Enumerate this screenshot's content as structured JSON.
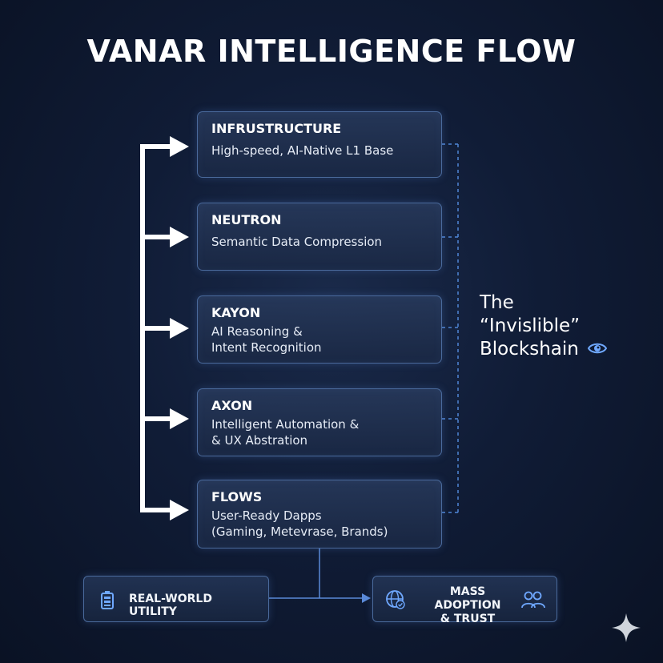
{
  "title": "VANAR INTELLIGENCE FLOW",
  "layers": [
    {
      "name": "INFRUSTRUCTURE",
      "description": "High-speed, AI-Native L1 Base"
    },
    {
      "name": "NEUTRON",
      "description": "Semantic Data Compression"
    },
    {
      "name": "KAYON",
      "description": "AI Reasoning &\nIntent Recognition"
    },
    {
      "name": "AXON",
      "description": "Intelligent Automation &\n& UX Abstration"
    },
    {
      "name": "FLOWS",
      "description": "User-Ready Dapps\n(Gaming, Metevrase, Brands)"
    }
  ],
  "side_note": {
    "line1": "The",
    "line2": "“Invislible”",
    "line3": "Blockshain",
    "icon": "eye-icon"
  },
  "bottom": {
    "left_label": "REAL-WORLD UTILITY",
    "left_icon": "battery-icon",
    "right_label_line1": "MASS ADOPTION",
    "right_label_line2": "& TRUST",
    "right_icon_left": "globe-check-icon",
    "right_icon_right": "people-icon"
  },
  "colors": {
    "background": "#101c36",
    "box_border": "#4a6a9c",
    "accent": "#6fa8ff",
    "arrow": "#ffffff"
  }
}
